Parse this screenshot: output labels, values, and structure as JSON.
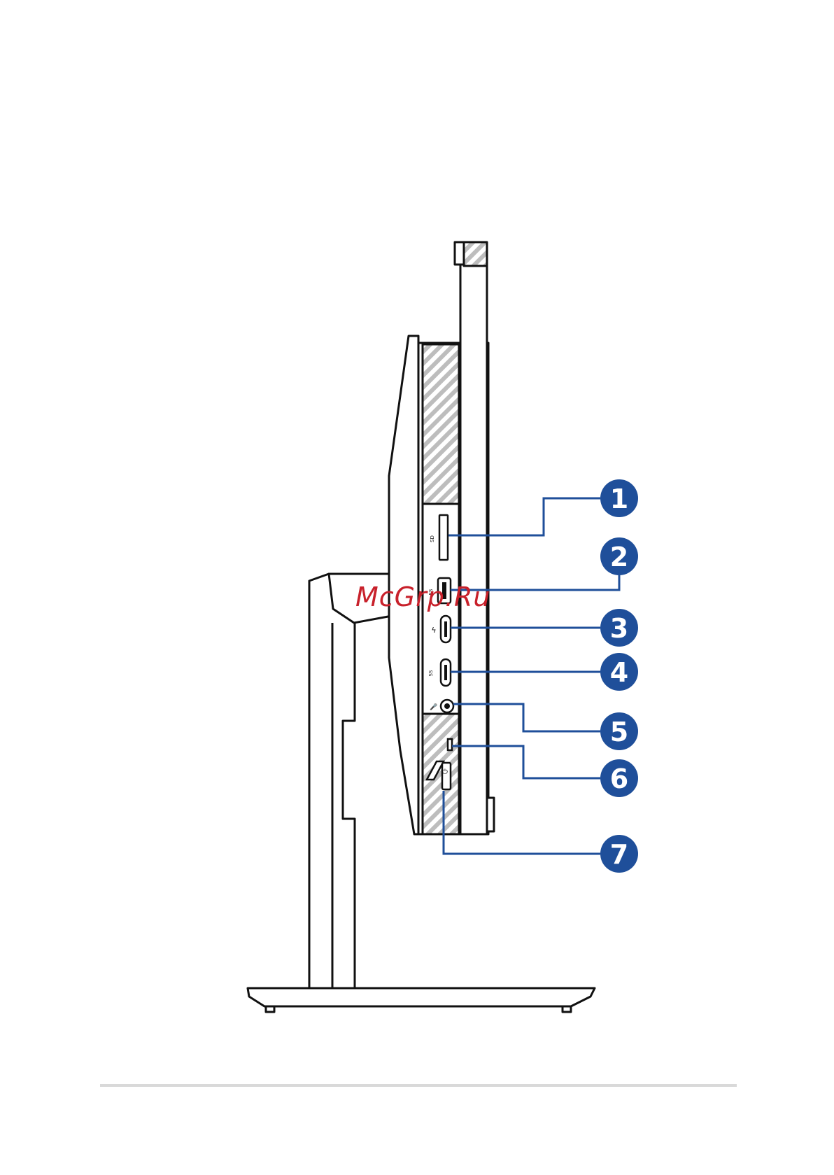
{
  "callouts": [
    {
      "num": "1",
      "label": "memory-card-reader"
    },
    {
      "num": "2",
      "label": "usb-a-port"
    },
    {
      "num": "3",
      "label": "thunderbolt-usb-c-port"
    },
    {
      "num": "4",
      "label": "usb-c-port"
    },
    {
      "num": "5",
      "label": "headphone-mic-jack"
    },
    {
      "num": "6",
      "label": "power-indicator"
    },
    {
      "num": "7",
      "label": "power-button"
    }
  ],
  "watermark": "McGrp.Ru",
  "port_glyphs": {
    "card": "SD",
    "usb": "SS",
    "tb": "ϟ",
    "usbc": "SS",
    "audio": "🎤",
    "power": "⏻"
  },
  "colors": {
    "callout_fill": "#1f4f9a",
    "leader_line": "#1f4f9a",
    "outline": "#111111",
    "hatch": "#b9b9b9",
    "watermark": "#c8212b"
  }
}
